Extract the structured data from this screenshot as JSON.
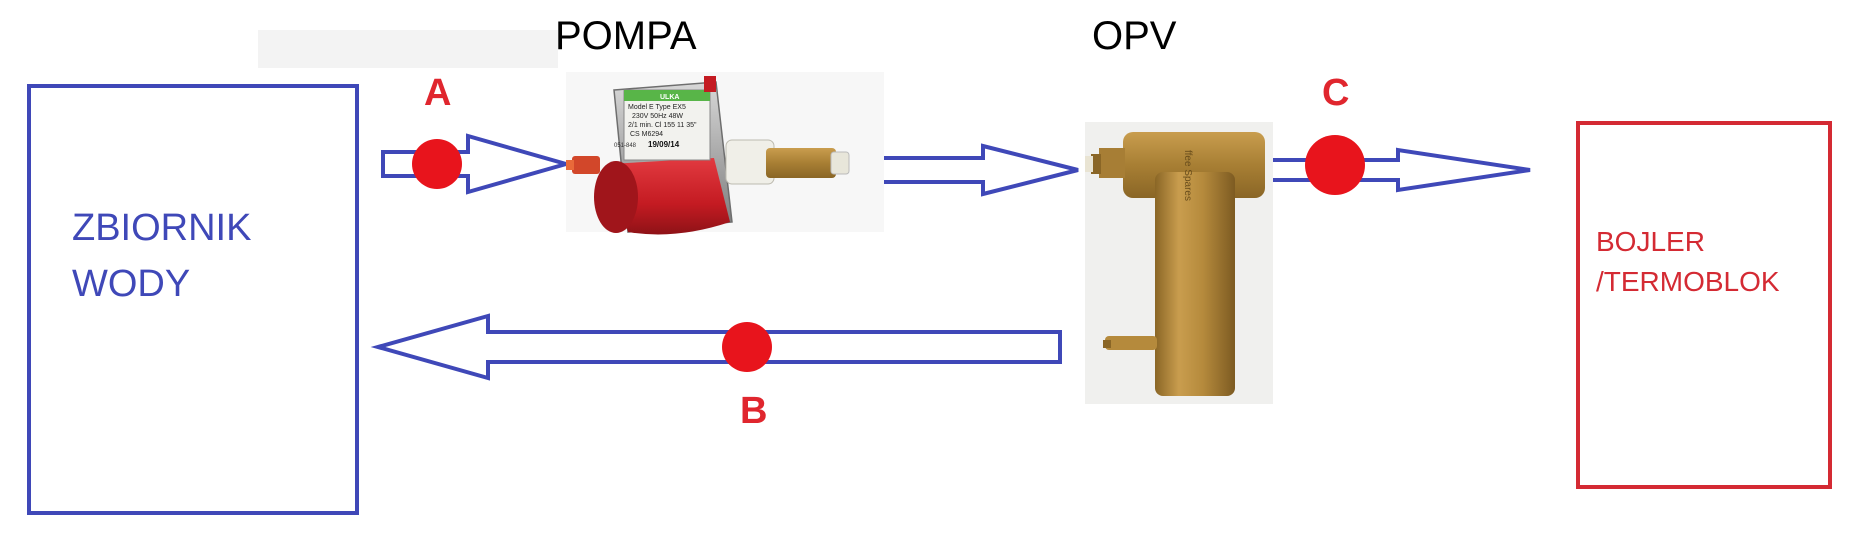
{
  "title_pump": "POMPA",
  "title_opv": "OPV",
  "tank": {
    "line1": "ZBIORNIK",
    "line2": "WODY"
  },
  "boiler": {
    "line1": "BOJLER",
    "line2": "/TERMOBLOK"
  },
  "points": {
    "a": "A",
    "b": "B",
    "c": "C"
  },
  "pump_label": {
    "brand": "ULKA",
    "model": "Model E   Type EX5",
    "spec1": "230V 50Hz 48W",
    "spec2": "2/1 min. Cl 155 11 35\"",
    "spec3": "CS M6294",
    "code": "051-848",
    "date": "19/09/14"
  },
  "opv_engraving": "ffee Spares",
  "colors": {
    "blue": "#3f48b8",
    "red": "#d42a33",
    "dot": "#e8141c",
    "brass": "#b58a3c",
    "pump_red": "#c41b22"
  }
}
